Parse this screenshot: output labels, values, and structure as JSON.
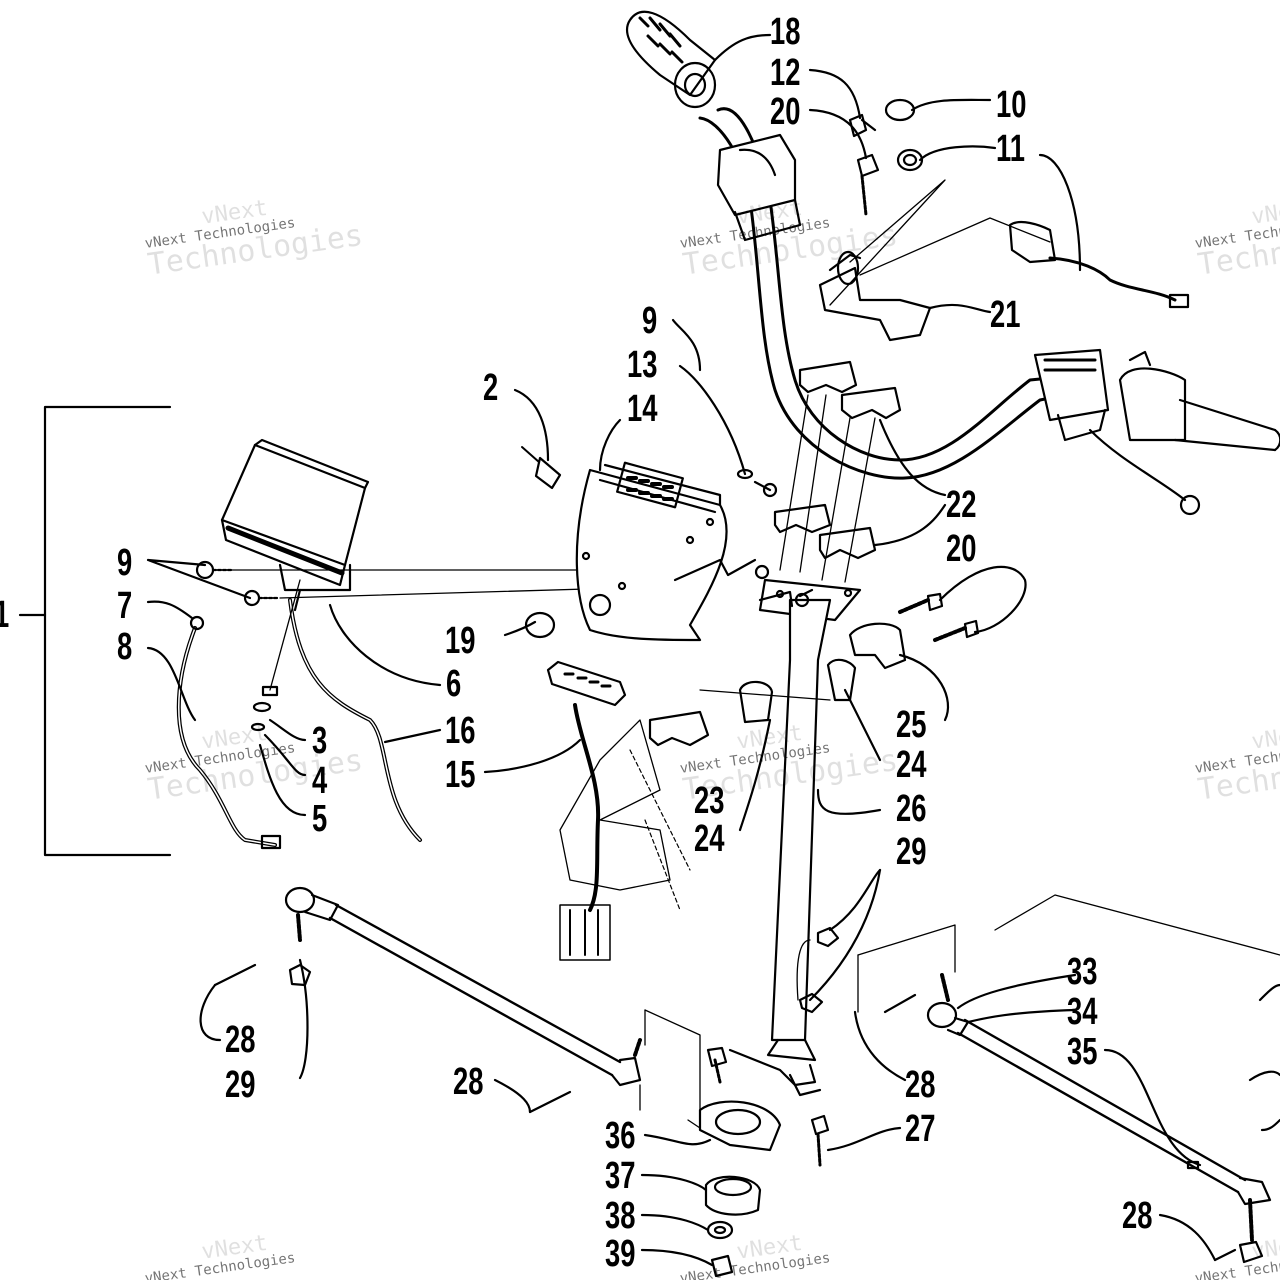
{
  "diagram": {
    "callouts": {
      "n1": "1",
      "n2": "2",
      "n3": "3",
      "n4": "4",
      "n5": "5",
      "n6": "6",
      "n7": "7",
      "n8": "8",
      "n9a": "9",
      "n9b": "9",
      "n10": "10",
      "n11": "11",
      "n12": "12",
      "n13": "13",
      "n14": "14",
      "n15": "15",
      "n16": "16",
      "n18": "18",
      "n19": "19",
      "n20a": "20",
      "n20b": "20",
      "n21": "21",
      "n22": "22",
      "n23": "23",
      "n24a": "24",
      "n24b": "24",
      "n25": "25",
      "n26": "26",
      "n27": "27",
      "n28a": "28",
      "n28b": "28",
      "n28c": "28",
      "n28d": "28",
      "n29a": "29",
      "n29b": "29",
      "n33": "33",
      "n34": "34",
      "n35": "35",
      "n36": "36",
      "n37": "37",
      "n38": "38",
      "n39": "39"
    },
    "watermark": {
      "line1": "vNext",
      "line2": "vNext Technologies",
      "line3": "Technologies"
    }
  }
}
